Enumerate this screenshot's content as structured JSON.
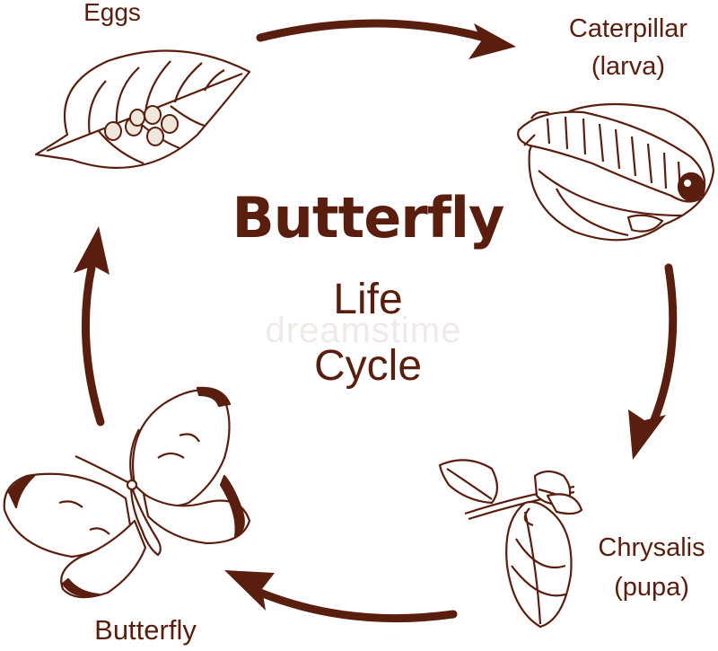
{
  "title": {
    "main": "Butterfly",
    "line2": "Life",
    "line3": "Cycle"
  },
  "stages": {
    "eggs": "Eggs",
    "caterpillar": "Caterpillar",
    "caterpillar_sub": "(larva)",
    "chrysalis": "Chrysalis",
    "chrysalis_sub": "(pupa)",
    "butterfly": "Butterfly"
  },
  "watermark": "dreamstime",
  "colors": {
    "ink": "#5a1e0e",
    "egg_fill": "#efe6dc",
    "background": "#ffffff"
  }
}
